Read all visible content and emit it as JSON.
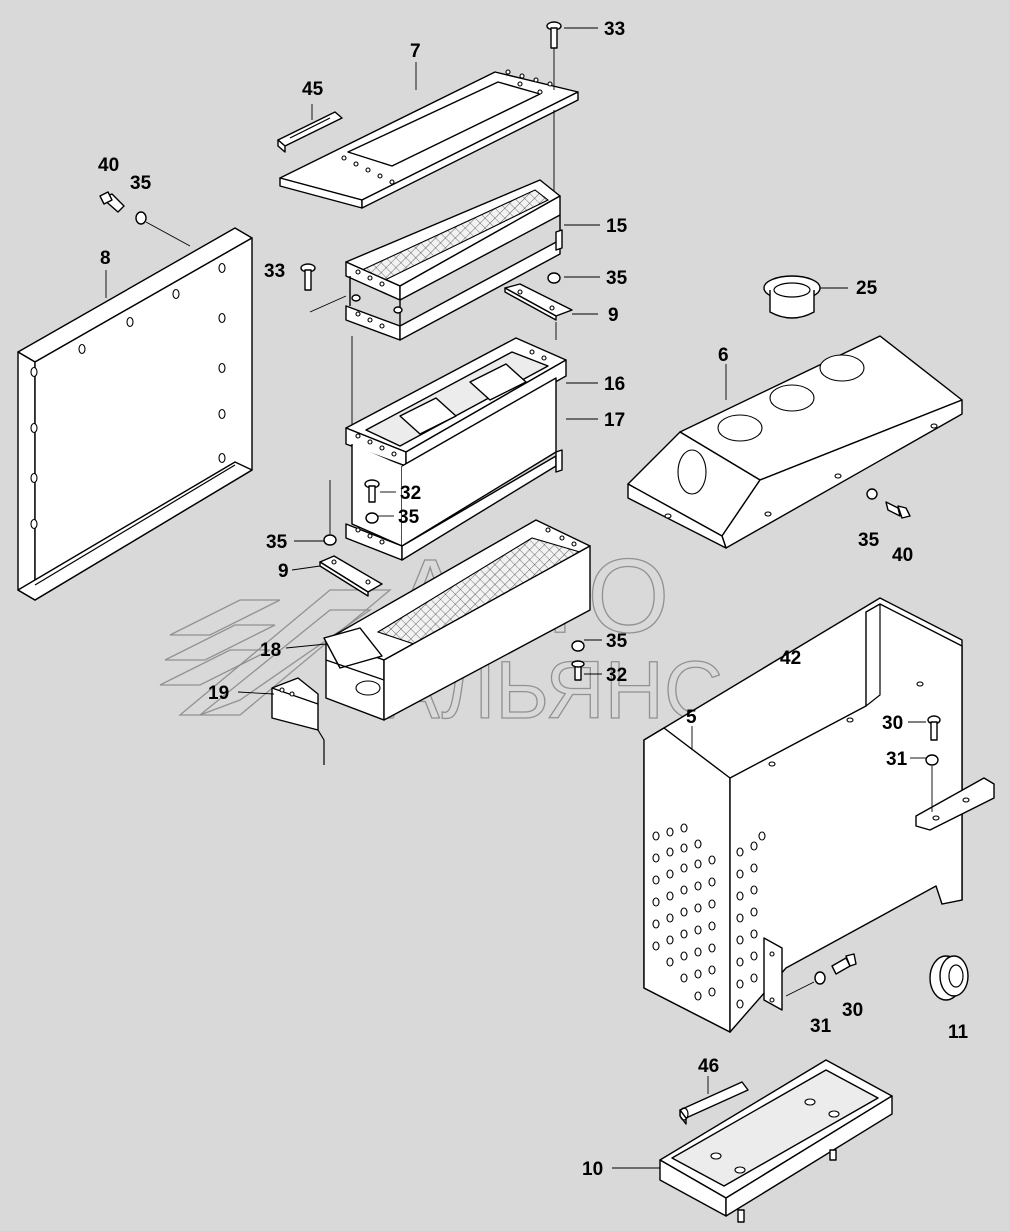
{
  "watermark": {
    "line1": "АВТО",
    "line2": "АЛЬЯНС"
  },
  "callouts": [
    {
      "id": "45",
      "text": "45"
    },
    {
      "id": "7",
      "text": "7"
    },
    {
      "id": "33a",
      "text": "33"
    },
    {
      "id": "40a",
      "text": "40"
    },
    {
      "id": "35a",
      "text": "35"
    },
    {
      "id": "8",
      "text": "8"
    },
    {
      "id": "15",
      "text": "15"
    },
    {
      "id": "33b",
      "text": "33"
    },
    {
      "id": "35b",
      "text": "35"
    },
    {
      "id": "9a",
      "text": "9"
    },
    {
      "id": "25",
      "text": "25"
    },
    {
      "id": "6",
      "text": "6"
    },
    {
      "id": "16",
      "text": "16"
    },
    {
      "id": "17",
      "text": "17"
    },
    {
      "id": "32a",
      "text": "32"
    },
    {
      "id": "35c",
      "text": "35"
    },
    {
      "id": "35d",
      "text": "35"
    },
    {
      "id": "9b",
      "text": "9"
    },
    {
      "id": "35e",
      "text": "35"
    },
    {
      "id": "40b",
      "text": "40"
    },
    {
      "id": "18",
      "text": "18"
    },
    {
      "id": "35f",
      "text": "35"
    },
    {
      "id": "42",
      "text": "42"
    },
    {
      "id": "19",
      "text": "19"
    },
    {
      "id": "32b",
      "text": "32"
    },
    {
      "id": "5",
      "text": "5"
    },
    {
      "id": "30a",
      "text": "30"
    },
    {
      "id": "31a",
      "text": "31"
    },
    {
      "id": "31b",
      "text": "31"
    },
    {
      "id": "30b",
      "text": "30"
    },
    {
      "id": "11",
      "text": "11"
    },
    {
      "id": "46",
      "text": "46"
    },
    {
      "id": "10",
      "text": "10"
    }
  ]
}
